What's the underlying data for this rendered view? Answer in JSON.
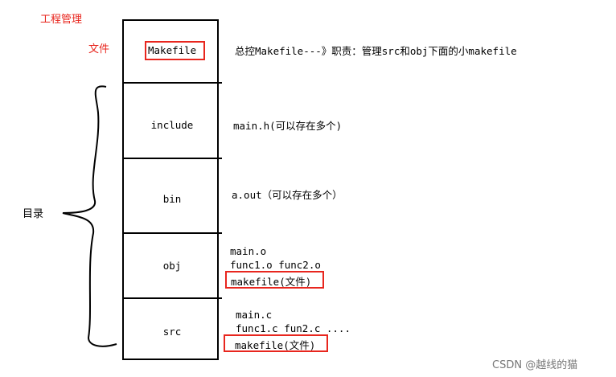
{
  "title": "工程管理",
  "file_label": "文件",
  "dir_label": "目录",
  "cells": {
    "makefile": "Makefile",
    "include": "include",
    "bin": "bin",
    "obj": "obj",
    "src": "src"
  },
  "notes": {
    "makefile": "总控Makefile---》职责：管理src和obj下面的小makefile",
    "include": "main.h(可以存在多个)",
    "bin": "a.out（可以存在多个）",
    "obj_line1": "main.o",
    "obj_line2": "func1.o func2.o",
    "obj_makefile": "makefile(文件)",
    "src_line1": "main.c",
    "src_line2": "func1.c fun2.c ....",
    "src_makefile": "makefile(文件)"
  },
  "watermark": "CSDN @越线的猫",
  "colors": {
    "highlight": "#e8261e",
    "line": "#000000"
  }
}
